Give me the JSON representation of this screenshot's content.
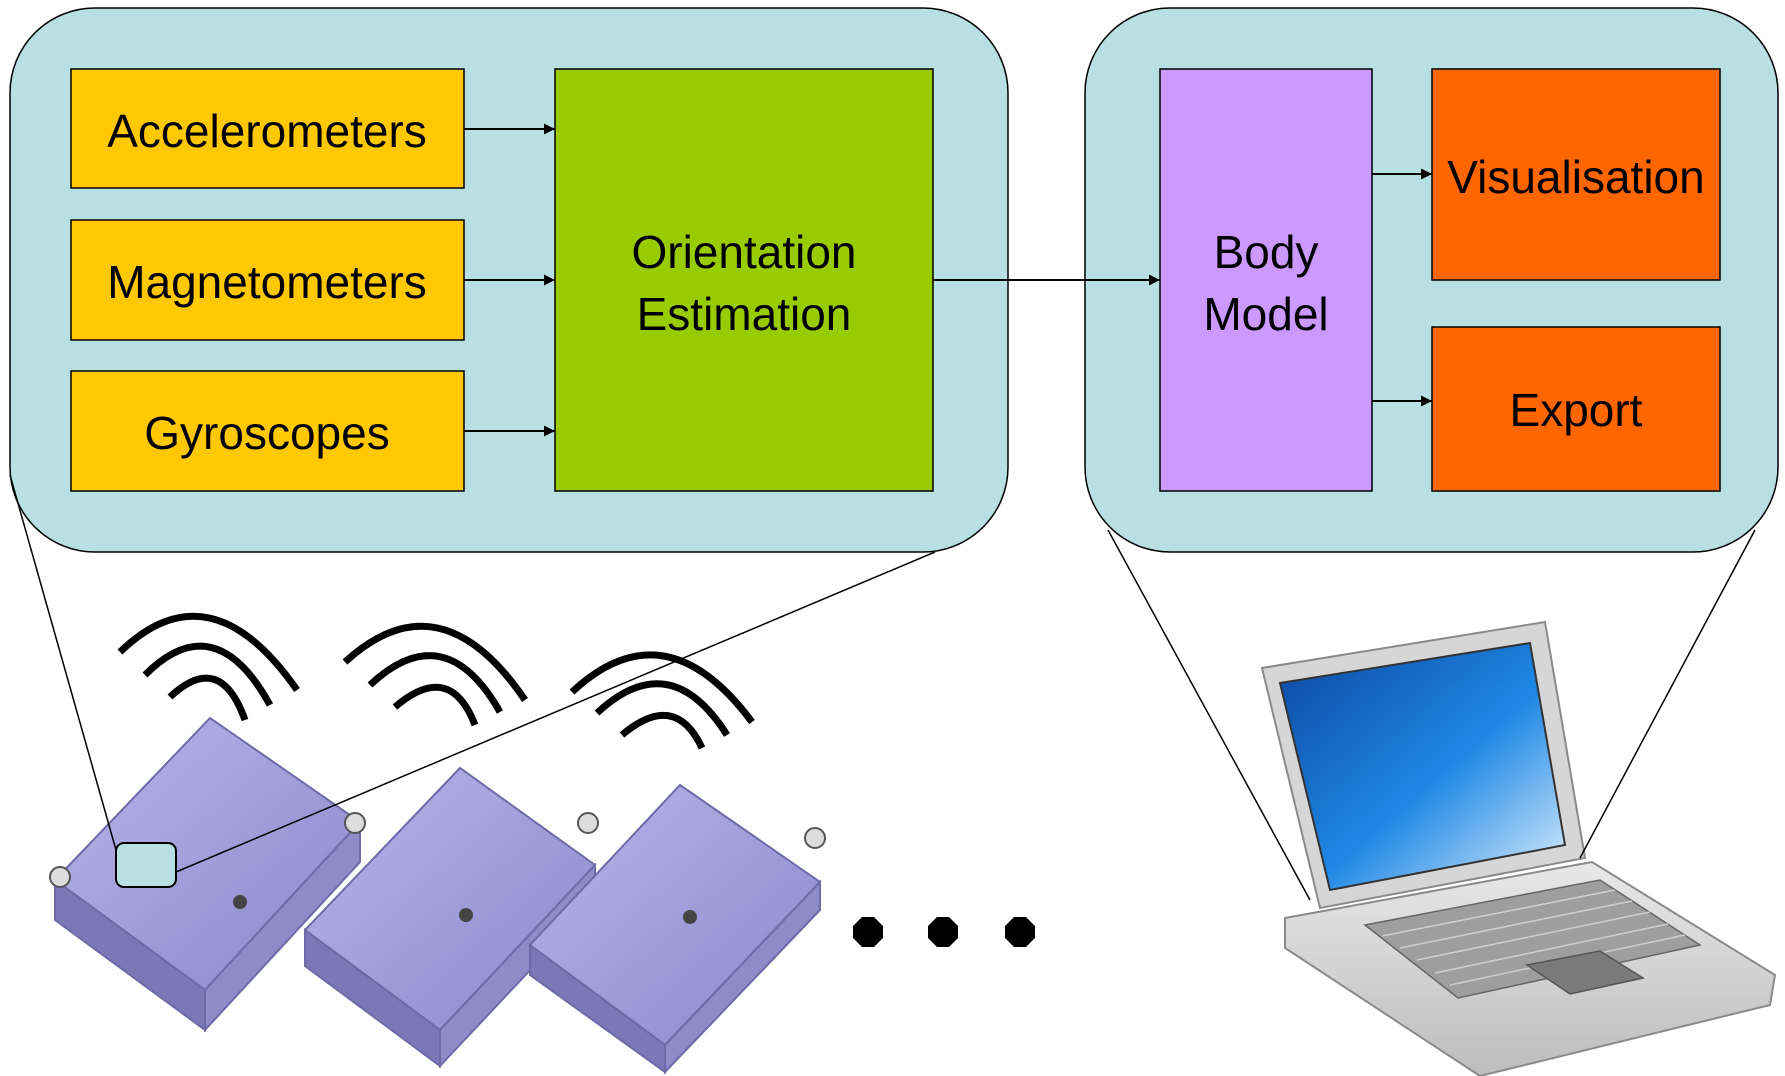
{
  "sensor_panel": {
    "inputs": [
      "Accelerometers",
      "Magnetometers",
      "Gyroscopes"
    ],
    "estimation": [
      "Orientation",
      "Estimation"
    ]
  },
  "host_panel": {
    "body_model": [
      "Body",
      "Model"
    ],
    "outputs": [
      "Visualisation",
      "Export"
    ]
  },
  "colors": {
    "panel": "#b8dfe2",
    "sensor_block": "#ffc800",
    "estimation_block": "#99cc00",
    "body_model_block": "#cc99ff",
    "output_block": "#ff6600",
    "sensor_device": "#9a96d6",
    "laptop_screen": "#1565c0"
  },
  "icons": [
    "wireless-signal-icon",
    "sensor-device",
    "ellipsis-dots",
    "laptop-icon"
  ]
}
